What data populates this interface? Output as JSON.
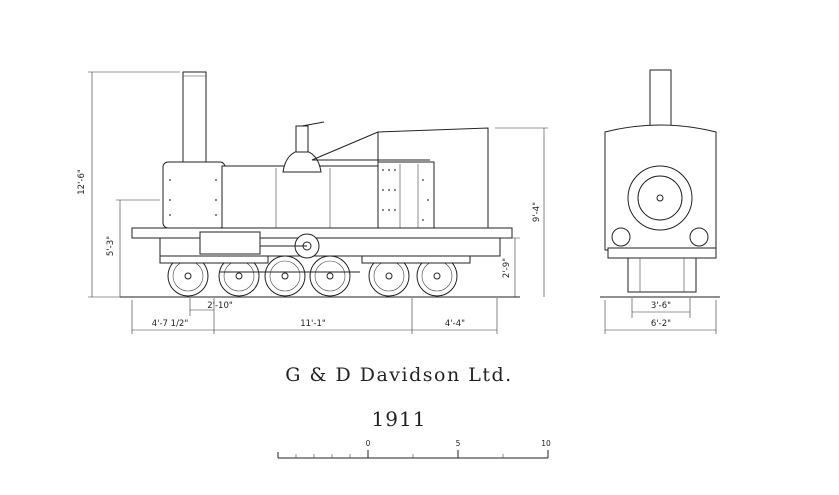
{
  "title": "G & D Davidson Ltd.",
  "year": "1911",
  "dimensions": {
    "overall_height": "12'-6\"",
    "cab_height": "9'-4\"",
    "footplate_height": "5'-3\"",
    "wheel_height": "2'-9\"",
    "bogie_offset": "2'-10\"",
    "front_overhang": "4'-7 1/2\"",
    "wheelbase": "11'-1\"",
    "rear_overhang": "4'-4\"",
    "gauge": "3'-6\"",
    "overall_width": "6'-2\""
  },
  "scale": {
    "labels": [
      "0",
      "5",
      "10"
    ]
  }
}
